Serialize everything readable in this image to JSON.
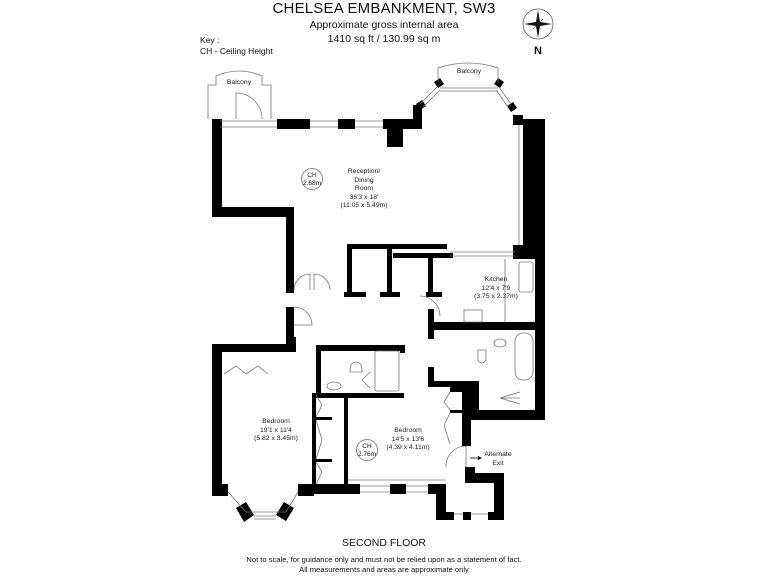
{
  "header": {
    "title": "CHELSEA EMBANKMENT, SW3",
    "subtitle": "Approximate gross internal area",
    "area": "1410 sq ft  / 130.99 sq m"
  },
  "key": {
    "heading": "Key :",
    "entries": [
      "CH - Ceiling Height"
    ]
  },
  "compass": {
    "icon": "north-compass-rose-icon",
    "label": "N"
  },
  "rooms": [
    {
      "name": "Balcony",
      "line1": "Balcony"
    },
    {
      "name": "Balcony (bay)",
      "line1": "Balcony"
    },
    {
      "name": "Reception/Dining Room",
      "line1": "Reception/",
      "line2": "Dining",
      "line3": "Room",
      "imperial": "36'3 x 18'",
      "metric": "(11.05 x 5.49m)"
    },
    {
      "name": "Kitchen",
      "line1": "Kitchen",
      "imperial": "12'4 x 7'9",
      "metric": "(3.75 x 2.37m)"
    },
    {
      "name": "Bedroom 1",
      "line1": "Bedroom",
      "imperial": "19'1 x 11'4",
      "metric": "(5.82 x 3.45m)"
    },
    {
      "name": "Bedroom 2",
      "line1": "Bedroom",
      "imperial": "14'5 x 13'6",
      "metric": "(4.39 x 4.11m)"
    }
  ],
  "ceiling_heights": [
    {
      "label": "CH",
      "value": "2.68m"
    },
    {
      "label": "CH",
      "value": "2.76m"
    }
  ],
  "annotations": {
    "alternate_exit_line1": "Alternate",
    "alternate_exit_line2": "Exit"
  },
  "footer": {
    "floor": "SECOND FLOOR",
    "disclaimer_line1": "Not to scale, for guidance only and must not be relied upon as a statement of fact.",
    "disclaimer_line2": "All measurements and areas are approximate only"
  }
}
